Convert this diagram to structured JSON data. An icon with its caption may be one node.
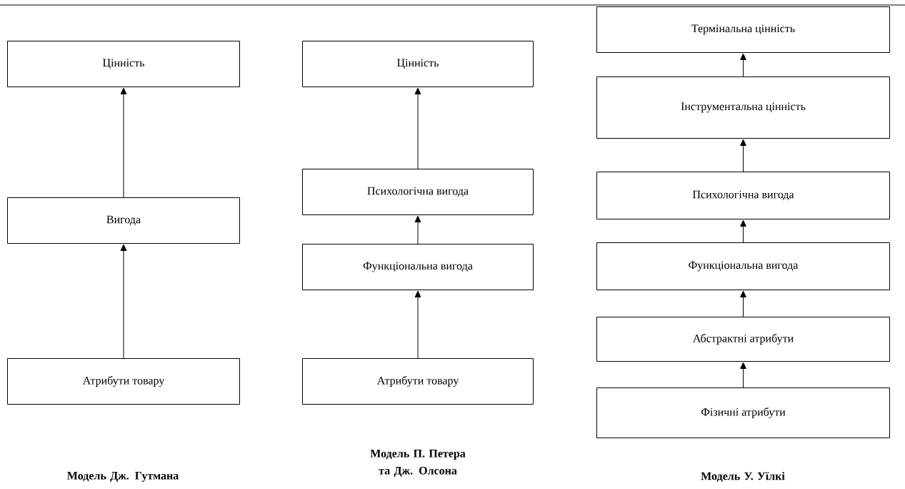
{
  "diagram": {
    "nodes": [
      {
        "text": [
          "Цінність"
        ]
      },
      {
        "text": [
          "Вигода"
        ]
      },
      {
        "text": [
          "Атрибути товару"
        ]
      },
      {
        "text": [
          "Цінність"
        ]
      },
      {
        "text": [
          "Психологічна вигода"
        ]
      },
      {
        "text": [
          "Функціональна вигода"
        ]
      },
      {
        "text": [
          "Атрибути товару"
        ]
      },
      {
        "text": [
          "Термінальна цінність"
        ]
      },
      {
        "text": [
          "Інструментальна цінність"
        ]
      },
      {
        "text": [
          "Психологічна вигода"
        ]
      },
      {
        "text": [
          "Функціональна вигода"
        ]
      },
      {
        "text": [
          "Абстрактні атрибути"
        ]
      },
      {
        "text": [
          "Фізичні атрибути"
        ]
      }
    ],
    "edges": [
      {
        "from": 2,
        "to": 1,
        "arrow": "to"
      },
      {
        "from": 1,
        "to": 0,
        "arrow": "to"
      },
      {
        "from": 6,
        "to": 5,
        "arrow": "to"
      },
      {
        "from": 5,
        "to": 4,
        "arrow": "to"
      },
      {
        "from": 4,
        "to": 3,
        "arrow": "to"
      },
      {
        "from": 12,
        "to": 11,
        "arrow": "to"
      },
      {
        "from": 11,
        "to": 10,
        "arrow": "to"
      },
      {
        "from": 10,
        "to": 9,
        "arrow": "to"
      },
      {
        "from": 9,
        "to": 8,
        "arrow": "to"
      },
      {
        "from": 8,
        "to": 7,
        "arrow": "to"
      }
    ],
    "labels": [
      "Модель Дж. Гутмана",
      "Модель П. Петера та Дж. Олсона",
      "Модель У. Уїлкі"
    ]
  }
}
